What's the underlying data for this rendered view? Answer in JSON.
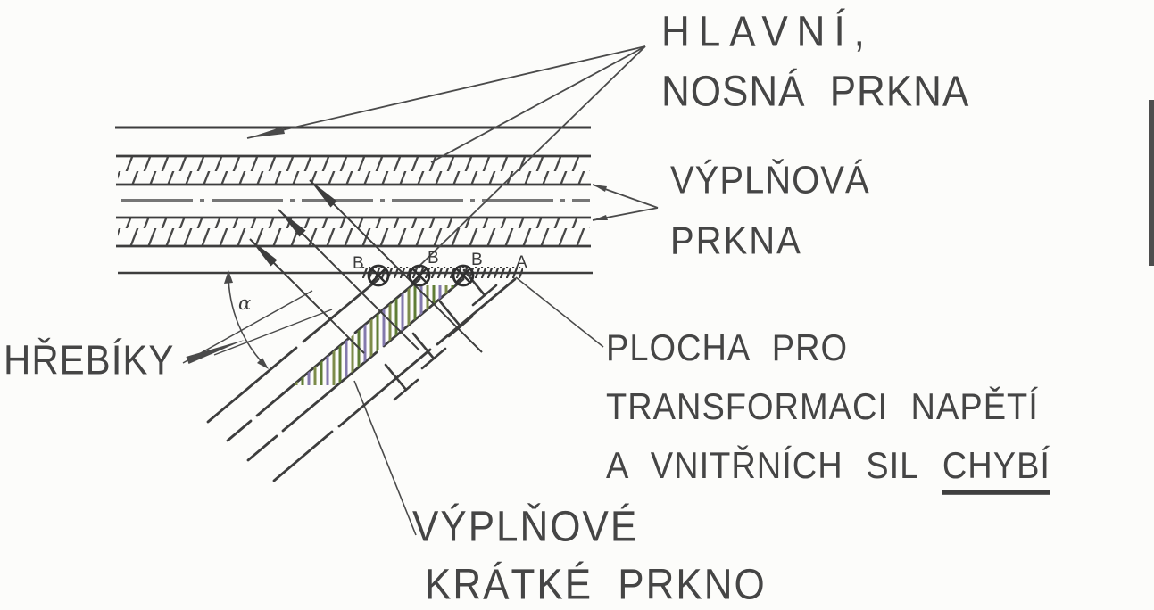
{
  "figure": {
    "title_labels": {
      "main_boards_line1": "HLAVNÍ,",
      "main_boards_line2": "NOSNÁ PRKNA",
      "filler_boards_line1": "VÝPLŇOVÁ",
      "filler_boards_line2": "PRKNA",
      "nails": "HŘEBÍKY",
      "missing_area_line1": "PLOCHA PRO",
      "missing_area_line2": "TRANSFORMACI NAPĚTÍ",
      "missing_area_line3_prefix": "A VNITŘNÍCH SIL",
      "missing_area_line3_underlined": "CHYBÍ",
      "short_board_line1": "VÝPLŇOVÉ",
      "short_board_line2": "KRÁTKÉ PRKNO"
    },
    "markers": {
      "nail_point": "B",
      "end_point": "A",
      "angle": "α"
    },
    "colors": {
      "ink": "#3d3d3d",
      "centerline_gray": "#767676",
      "highlight_green": "#5f7d35",
      "highlight_purple": "#8379ad",
      "highlight_olive": "#7d8c4a"
    }
  }
}
